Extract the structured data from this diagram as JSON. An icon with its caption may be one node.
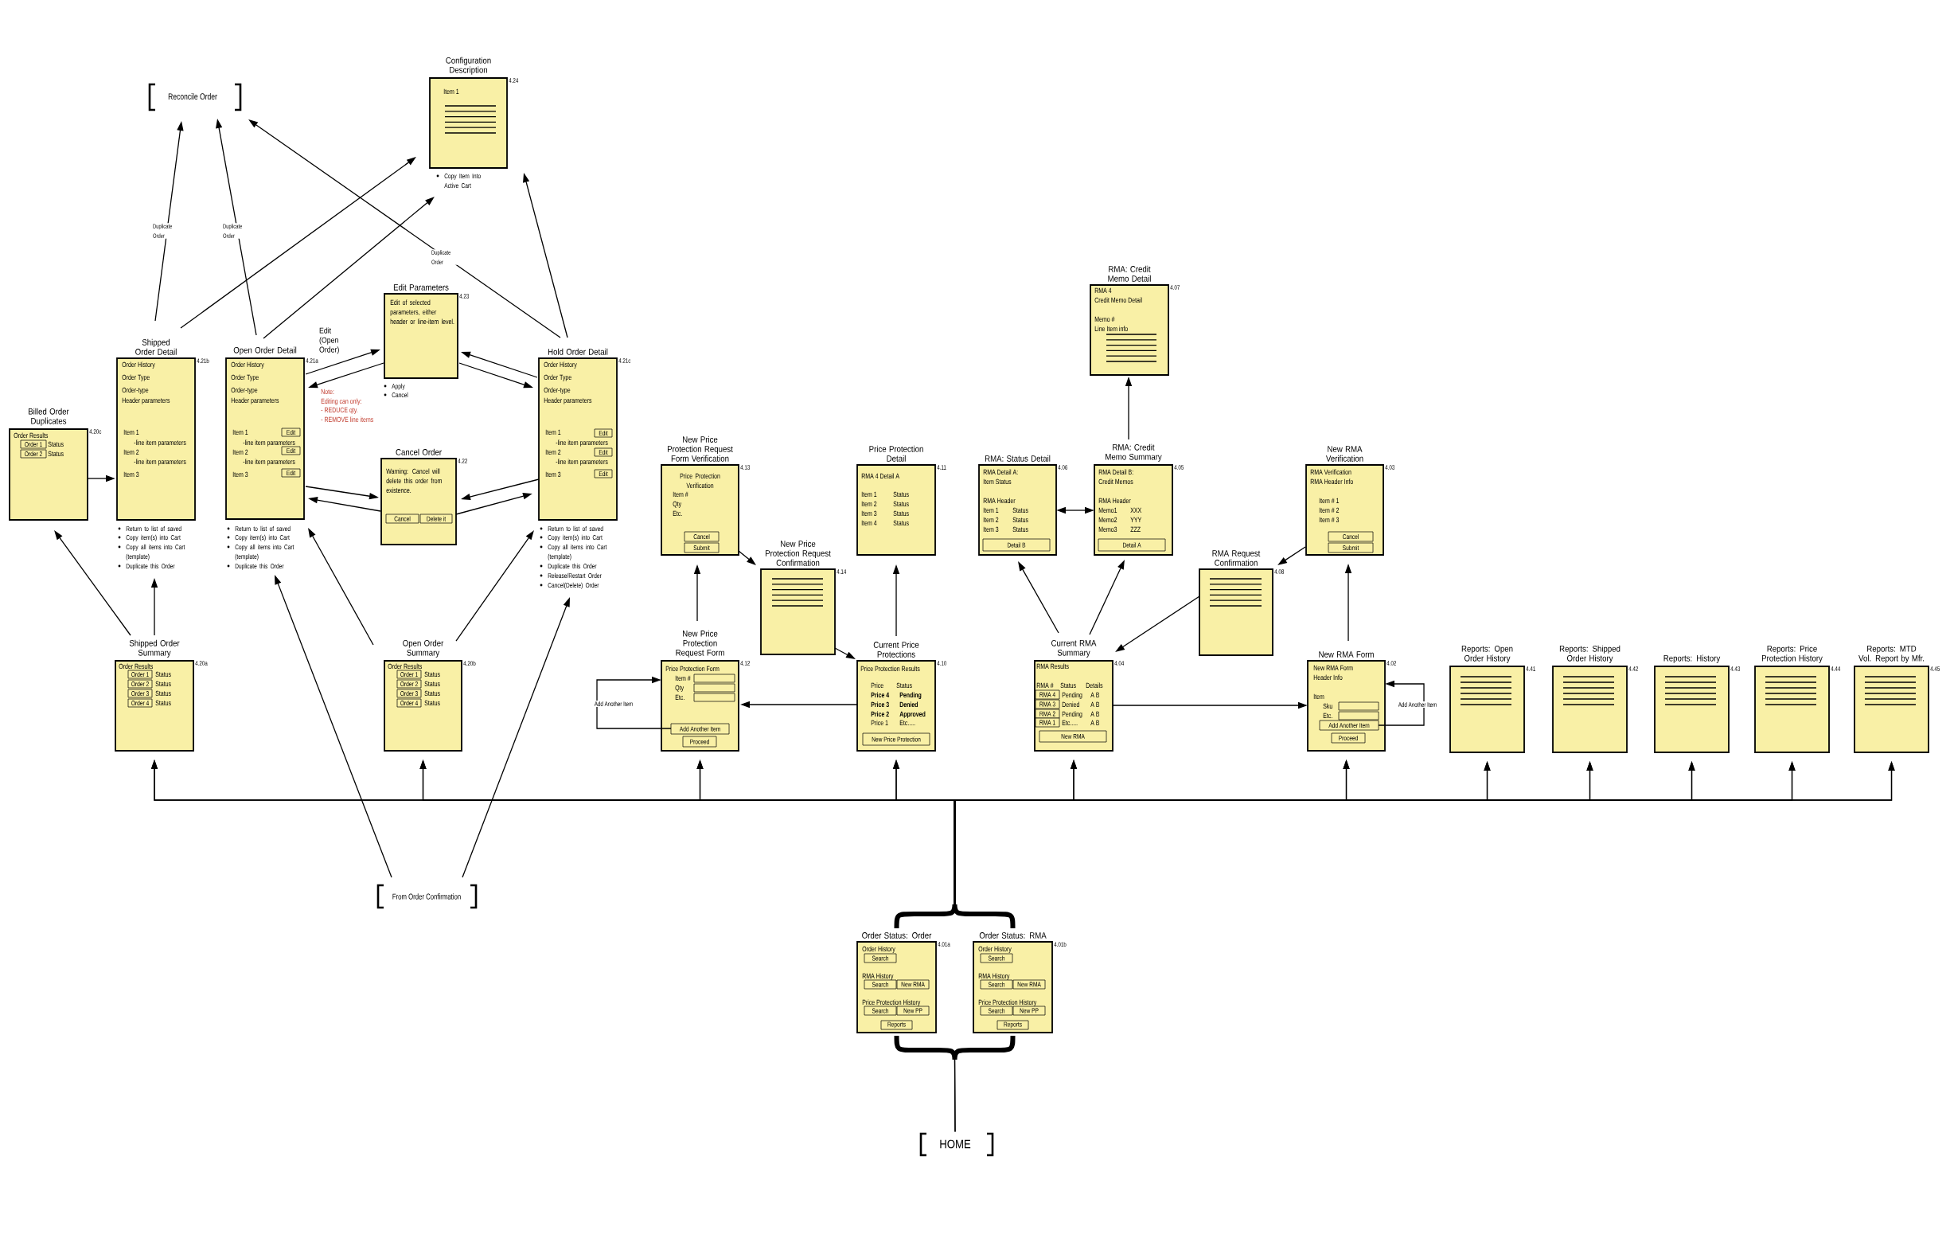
{
  "diagram": {
    "nodes": [
      {
        "text": [
          "Reconcile Order"
        ]
      },
      {
        "text": [
          "Configuration Description",
          "Item 1"
        ],
        "beside": [
          "4.24",
          "Copy Item Into Active Cart"
        ]
      },
      {
        "text": [
          "Edit Parameters",
          "Edit of selected parameters, either header or line-item level."
        ],
        "beside": [
          "4.23",
          "Apply",
          "Cancel"
        ]
      },
      {
        "text": [
          "Billed Order Duplicates",
          "Order Results",
          "Status",
          "Status"
        ],
        "beside": [
          "4.20c"
        ]
      },
      {
        "text": [
          "Order 1"
        ],
        "in": 3
      },
      {
        "text": [
          "Order 2"
        ],
        "in": 3
      },
      {
        "text": [
          "Shipped Order Detail",
          "Order History",
          "Order Type",
          "Order-type",
          "Header parameters",
          "Item 1",
          "-line item parameters",
          "Item 2",
          "-line item parameters",
          "Item 3"
        ],
        "beside": [
          "4.21b",
          "Return to list of saved",
          "Copy item(s) into Cart",
          "Copy all items into Cart (template)",
          "Duplicate this Order"
        ]
      },
      {
        "text": [
          "Open Order Detail",
          "Order History",
          "Order Type",
          "Order-type",
          "Header parameters",
          "Item 1",
          "-line item parameters",
          "Item 2",
          "-line item parameters",
          "Item 3"
        ],
        "beside": [
          "4.21a",
          "Return to list of saved",
          "Copy item(s) into Cart",
          "Copy all items into Cart (template)",
          "Duplicate this Order"
        ]
      },
      {
        "text": [
          "Edit"
        ],
        "in": 7
      },
      {
        "text": [
          "Edit"
        ],
        "in": 7
      },
      {
        "text": [
          "Edit"
        ],
        "in": 7
      },
      {
        "text": [
          "Cancel Order",
          "Warning: Cancel will delete this order from existence."
        ],
        "beside": [
          "4.22"
        ]
      },
      {
        "text": [
          "Cancel"
        ],
        "in": 11
      },
      {
        "text": [
          "Delete it"
        ],
        "in": 11
      },
      {
        "text": [
          "Hold Order Detail",
          "Order History",
          "Order Type",
          "Order-type",
          "Header parameters",
          "Item 1",
          "-line item parameters",
          "Item 2",
          "-line item parameters",
          "Item 3"
        ],
        "beside": [
          "4.21c",
          "Return to list of saved",
          "Copy item(s) into Cart",
          "Copy all items into Cart (template)",
          "Duplicate this Order",
          "Release/Restart Order",
          "Cancel(Delete) Order"
        ]
      },
      {
        "text": [
          "Edit"
        ],
        "in": 14
      },
      {
        "text": [
          "Edit"
        ],
        "in": 14
      },
      {
        "text": [
          "Edit"
        ],
        "in": 14
      },
      {
        "text": [
          "Shipped Order Summary",
          "Order Results",
          "Status",
          "Status",
          "Status",
          "Status"
        ],
        "beside": [
          "4.20a"
        ]
      },
      {
        "text": [
          "Order 1"
        ],
        "in": 18
      },
      {
        "text": [
          "Order 2"
        ],
        "in": 18
      },
      {
        "text": [
          "Order 3"
        ],
        "in": 18
      },
      {
        "text": [
          "Order 4"
        ],
        "in": 18
      },
      {
        "text": [
          "Open Order Summary",
          "Order Results",
          "Status",
          "Status",
          "Status",
          "Status"
        ],
        "beside": [
          "4.20b"
        ]
      },
      {
        "text": [
          "Order 1"
        ],
        "in": 23
      },
      {
        "text": [
          "Order 2"
        ],
        "in": 23
      },
      {
        "text": [
          "Order 3"
        ],
        "in": 23
      },
      {
        "text": [
          "Order 4"
        ],
        "in": 23
      },
      {
        "text": [
          "From Order Confirmation"
        ]
      },
      {
        "text": [
          "New Price Protection Request Form Verification",
          "Price Protection Verification",
          "Item #",
          "Qty",
          "Etc."
        ],
        "beside": [
          "4.13"
        ]
      },
      {
        "text": [
          "Cancel"
        ],
        "in": 29
      },
      {
        "text": [
          "Submit"
        ],
        "in": 29
      },
      {
        "text": [
          "Price Protection Detail",
          "RMA 4 Detail A",
          "Item 1",
          "Status",
          "Item 2",
          "Status",
          "Item 3",
          "Status",
          "Item 4",
          "Status"
        ],
        "beside": [
          "4.11"
        ]
      },
      {
        "text": [
          "New Price Protection Request Confirmation"
        ],
        "beside": [
          "4.14"
        ]
      },
      {
        "text": [
          "New Price Protection Request Form",
          "Price Protection Form",
          "Item #",
          "Qty",
          "Etc."
        ],
        "beside": [
          "4.12"
        ]
      },
      {
        "text": [],
        "shape": "box",
        "in": 34
      },
      {
        "text": [],
        "shape": "box",
        "in": 34
      },
      {
        "text": [],
        "shape": "box",
        "in": 34
      },
      {
        "text": [
          "Add Another Item"
        ],
        "in": 34
      },
      {
        "text": [
          "Proceed"
        ],
        "in": 34
      },
      {
        "text": [
          "Current Price Protections",
          "Price Protection Results",
          "Price",
          "Status",
          "Price 4",
          "Pending",
          "Price 3",
          "Denied",
          "Price 2",
          "Approved",
          "Price 1",
          "Etc....."
        ],
        "beside": [
          "4.10"
        ]
      },
      {
        "text": [
          "New Price Protection"
        ],
        "in": 40
      },
      {
        "text": [
          "RMA: Credit Memo Detail",
          "RMA 4",
          "Credit Memo Detail",
          "Memo #",
          "Line Item info"
        ],
        "beside": [
          "4.07"
        ]
      },
      {
        "text": [
          "RMA: Status Detail",
          "RMA Detail A:",
          "Item Status",
          "RMA Header",
          "Item 1",
          "Status",
          "Item 2",
          "Status",
          "Item 3",
          "Status"
        ],
        "beside": [
          "4.06"
        ]
      },
      {
        "text": [
          "Detail B"
        ],
        "in": 43
      },
      {
        "text": [
          "RMA: Credit Memo Summary",
          "RMA Detail B:",
          "Credit Memos",
          "RMA Header",
          "Memo1",
          "XXX",
          "Memo2",
          "YYY",
          "Memo3",
          "ZZZ"
        ],
        "beside": [
          "4.05"
        ]
      },
      {
        "text": [
          "Detail A"
        ],
        "in": 45
      },
      {
        "text": [
          "New RMA Verification",
          "RMA Verification",
          "RMA Header Info",
          "Item # 1",
          "Item # 2",
          "Item # 3"
        ],
        "beside": [
          "4.03"
        ]
      },
      {
        "text": [
          "Cancel"
        ],
        "in": 47
      },
      {
        "text": [
          "Submit"
        ],
        "in": 47
      },
      {
        "text": [
          "RMA Request Confirmation"
        ],
        "beside": [
          "4.08"
        ]
      },
      {
        "text": [
          "Current RMA Summary",
          "RMA Results",
          "RMA #",
          "Status",
          "Details",
          "Pending",
          "A B",
          "Denied",
          "A B",
          "Pending",
          "A B",
          "Etc.....",
          "A B"
        ],
        "beside": [
          "4.04"
        ]
      },
      {
        "text": [
          "RMA 4"
        ],
        "in": 51
      },
      {
        "text": [
          "RMA 3"
        ],
        "in": 51
      },
      {
        "text": [
          "RMA 2"
        ],
        "in": 51
      },
      {
        "text": [
          "RMA 1"
        ],
        "in": 51
      },
      {
        "text": [
          "New RMA"
        ],
        "in": 51
      },
      {
        "text": [
          "New RMA Form",
          "New RMA Form",
          "Header Info",
          "Item",
          "Sku",
          "Etc."
        ],
        "beside": [
          "4.02"
        ]
      },
      {
        "text": [],
        "shape": "box",
        "in": 57
      },
      {
        "text": [],
        "shape": "box",
        "in": 57
      },
      {
        "text": [
          "Add Another Item"
        ],
        "in": 57
      },
      {
        "text": [
          "Proceed"
        ],
        "in": 57
      },
      {
        "text": [
          "Reports: Open Order History"
        ],
        "beside": [
          "4.41"
        ]
      },
      {
        "text": [
          "Reports: Shipped Order History"
        ],
        "beside": [
          "4.42"
        ]
      },
      {
        "text": [
          "Reports: History"
        ],
        "beside": [
          "4.43"
        ]
      },
      {
        "text": [
          "Reports: Price Protection History"
        ],
        "beside": [
          "4.44"
        ]
      },
      {
        "text": [
          "Reports: MTD Vol. Report by Mfr."
        ],
        "beside": [
          "4.45"
        ]
      },
      {
        "text": [
          "Order Status: Order",
          "Order History",
          "RMA History",
          "Price Protection History"
        ],
        "beside": [
          "4.01a"
        ]
      },
      {
        "text": [
          "Search"
        ],
        "in": 67
      },
      {
        "text": [
          "Search"
        ],
        "in": 67
      },
      {
        "text": [
          "New RMA"
        ],
        "in": 67
      },
      {
        "text": [
          "Search"
        ],
        "in": 67
      },
      {
        "text": [
          "New PP"
        ],
        "in": 67
      },
      {
        "text": [
          "Reports"
        ],
        "in": 67
      },
      {
        "text": [
          "Order Status: RMA",
          "Order History",
          "RMA History",
          "Price Protection History"
        ],
        "beside": [
          "4.01b"
        ]
      },
      {
        "text": [
          "Search"
        ],
        "in": 74
      },
      {
        "text": [
          "Search"
        ],
        "in": 74
      },
      {
        "text": [
          "New RMA"
        ],
        "in": 74
      },
      {
        "text": [
          "Search"
        ],
        "in": 74
      },
      {
        "text": [
          "New PP"
        ],
        "in": 74
      },
      {
        "text": [
          "Reports"
        ],
        "in": 74
      },
      {
        "text": [
          "HOME"
        ]
      }
    ],
    "edges": [
      {
        "from": 6,
        "to": 0,
        "arrow": "to",
        "label": "Duplicate Order"
      },
      {
        "from": 6,
        "to": 1,
        "arrow": "to"
      },
      {
        "from": 7,
        "to": 0,
        "arrow": "to",
        "label": "Duplicate Order"
      },
      {
        "from": 7,
        "to": 1,
        "arrow": "to"
      },
      {
        "from": 14,
        "to": 0,
        "arrow": "to",
        "label": "Duplicate Order"
      },
      {
        "from": 14,
        "to": 1,
        "arrow": "to"
      },
      {
        "from": 7,
        "to": 2,
        "arrow": "to",
        "label": "Edit (Open Order)"
      },
      {
        "from": 2,
        "to": 7,
        "arrow": "to"
      },
      {
        "from": 14,
        "to": 2,
        "arrow": "to"
      },
      {
        "from": 2,
        "to": 14,
        "arrow": "to"
      },
      {
        "from": 7,
        "to": 11,
        "arrow": "to"
      },
      {
        "from": 11,
        "to": 7,
        "arrow": "to"
      },
      {
        "from": 14,
        "to": 11,
        "arrow": "to"
      },
      {
        "from": 11,
        "to": 14,
        "arrow": "to"
      },
      {
        "from": 3,
        "to": 6,
        "arrow": "to"
      },
      {
        "from": 18,
        "to": 3,
        "arrow": "to"
      },
      {
        "from": 18,
        "to": 6,
        "arrow": "to"
      },
      {
        "from": 23,
        "to": 7,
        "arrow": "to"
      },
      {
        "from": 23,
        "to": 14,
        "arrow": "to"
      },
      {
        "from": 28,
        "to": 7,
        "arrow": "to"
      },
      {
        "from": 28,
        "to": 14,
        "arrow": "to"
      },
      {
        "from": 34,
        "to": 29,
        "arrow": "to"
      },
      {
        "from": 29,
        "to": 33,
        "arrow": "to"
      },
      {
        "from": 33,
        "to": 40,
        "arrow": "to"
      },
      {
        "from": 40,
        "to": 34,
        "arrow": "to"
      },
      {
        "from": 40,
        "to": 32,
        "arrow": "to"
      },
      {
        "from": 38,
        "to": 34,
        "arrow": "to",
        "label": "Add Another Item"
      },
      {
        "from": 43,
        "to": 45,
        "arrow": "both"
      },
      {
        "from": 45,
        "to": 42,
        "arrow": "to"
      },
      {
        "from": 51,
        "to": 43,
        "arrow": "to"
      },
      {
        "from": 51,
        "to": 45,
        "arrow": "to"
      },
      {
        "from": 51,
        "to": 57,
        "arrow": "to"
      },
      {
        "from": 57,
        "to": 47,
        "arrow": "to"
      },
      {
        "from": 47,
        "to": 50,
        "arrow": "to"
      },
      {
        "from": 50,
        "to": 51,
        "arrow": "to"
      },
      {
        "from": 60,
        "to": 57,
        "arrow": "to",
        "label": "Add Another Item"
      },
      {
        "from": 67,
        "to": 18,
        "arrow": "to"
      },
      {
        "from": 67,
        "to": 23,
        "arrow": "to"
      },
      {
        "from": 67,
        "to": 34,
        "arrow": "to"
      },
      {
        "from": 67,
        "to": 40,
        "arrow": "to"
      },
      {
        "from": 67,
        "to": 51,
        "arrow": "to"
      },
      {
        "from": 67,
        "to": 57,
        "arrow": "to"
      },
      {
        "from": 67,
        "to": 62,
        "arrow": "to"
      },
      {
        "from": 67,
        "to": 63,
        "arrow": "to"
      },
      {
        "from": 67,
        "to": 64,
        "arrow": "to"
      },
      {
        "from": 67,
        "to": 65,
        "arrow": "to"
      },
      {
        "from": 67,
        "to": 66,
        "arrow": "to"
      },
      {
        "from": 74,
        "to": 18,
        "arrow": "to"
      },
      {
        "from": 74,
        "to": 23,
        "arrow": "to"
      },
      {
        "from": 74,
        "to": 34,
        "arrow": "to"
      },
      {
        "from": 74,
        "to": 40,
        "arrow": "to"
      },
      {
        "from": 74,
        "to": 51,
        "arrow": "to"
      },
      {
        "from": 74,
        "to": 57,
        "arrow": "to"
      },
      {
        "from": 74,
        "to": 62,
        "arrow": "to"
      },
      {
        "from": 74,
        "to": 63,
        "arrow": "to"
      },
      {
        "from": 74,
        "to": 64,
        "arrow": "to"
      },
      {
        "from": 74,
        "to": 65,
        "arrow": "to"
      },
      {
        "from": 74,
        "to": 66,
        "arrow": "to"
      },
      {
        "from": 81,
        "to": 67,
        "arrow": "none"
      },
      {
        "from": 81,
        "to": 74,
        "arrow": "none"
      }
    ],
    "labels": [
      "Note:",
      "Editing can only:",
      "- REDUCE qty.",
      "- REMOVE line items"
    ]
  }
}
